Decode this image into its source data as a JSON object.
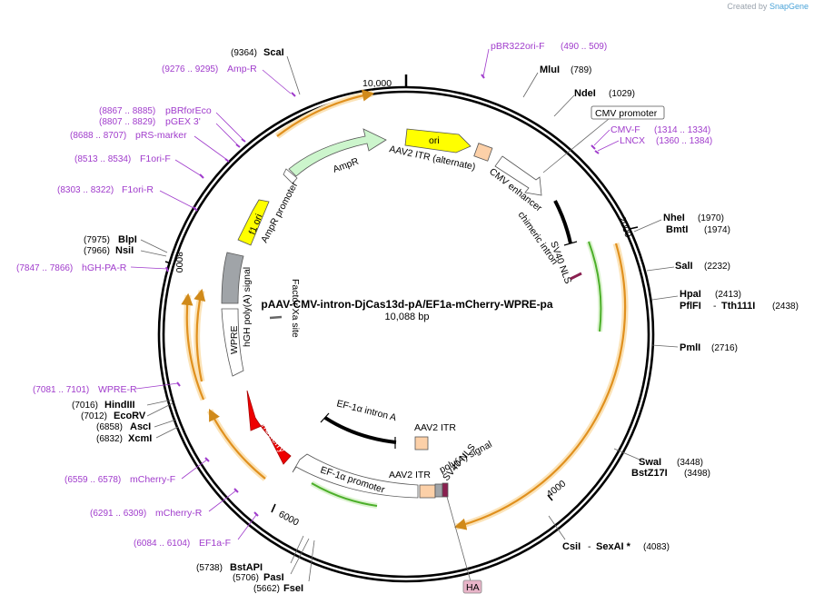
{
  "credit": {
    "prefix": "Created by",
    "brand": "SnapGene"
  },
  "plasmid": {
    "name": "pAAV-CMV-intron-DjCas13d-pA/EF1a-mCherry-WPRE-pa",
    "size": "10,088 bp"
  },
  "ticks": [
    "10,000",
    "2000",
    "4000",
    "6000",
    "8000"
  ],
  "sites": [
    {
      "name": "ScaI",
      "coord": "(9364)"
    },
    {
      "name": "MluI",
      "coord": "(789)"
    },
    {
      "name": "NdeI",
      "coord": "(1029)"
    },
    {
      "name": "NheI",
      "coord": "(1970)"
    },
    {
      "name": "BmtI",
      "coord": "(1974)"
    },
    {
      "name": "SalI",
      "coord": "(2232)"
    },
    {
      "name": "HpaI",
      "coord": "(2413)"
    },
    {
      "name": "PflFI",
      "name2": "Tth111I",
      "coord": "(2438)"
    },
    {
      "name": "PmlI",
      "coord": "(2716)"
    },
    {
      "name": "SwaI",
      "coord": "(3448)"
    },
    {
      "name": "BstZ17I",
      "coord": "(3498)"
    },
    {
      "name": "CsiI",
      "name2": "SexAI *",
      "coord": "(4083)"
    },
    {
      "name": "FseI",
      "coord": "(5662)"
    },
    {
      "name": "PasI",
      "coord": "(5706)"
    },
    {
      "name": "BstAPI",
      "coord": "(5738)"
    },
    {
      "name": "XcmI",
      "coord": "(6832)"
    },
    {
      "name": "AscI",
      "coord": "(6858)"
    },
    {
      "name": "EcoRV",
      "coord": "(7012)"
    },
    {
      "name": "HindIII",
      "coord": "(7016)"
    },
    {
      "name": "NsiI",
      "coord": "(7966)"
    },
    {
      "name": "BlpI",
      "coord": "(7975)"
    }
  ],
  "primers": [
    {
      "name": "pBR322ori-F",
      "coord": "(490 .. 509)"
    },
    {
      "name": "CMV-F",
      "coord": "(1314 .. 1334)"
    },
    {
      "name": "LNCX",
      "coord": "(1360 .. 1384)"
    },
    {
      "name": "Amp-R",
      "coord": "(9276 .. 9295)"
    },
    {
      "name": "pBRforEco",
      "coord": "(8867 .. 8885)"
    },
    {
      "name": "pGEX 3'",
      "coord": "(8807 .. 8829)"
    },
    {
      "name": "pRS-marker",
      "coord": "(8688 .. 8707)"
    },
    {
      "name": "F1ori-F",
      "coord": "(8513 .. 8534)"
    },
    {
      "name": "F1ori-R",
      "coord": "(8303 .. 8322)"
    },
    {
      "name": "hGH-PA-R",
      "coord": "(7847 .. 7866)"
    },
    {
      "name": "WPRE-R",
      "coord": "(7081 .. 7101)"
    },
    {
      "name": "mCherry-F",
      "coord": "(6559 .. 6578)"
    },
    {
      "name": "mCherry-R",
      "coord": "(6291 .. 6309)"
    },
    {
      "name": "EF1a-F",
      "coord": "(6084 .. 6104)"
    }
  ],
  "features": {
    "cmv_promoter": "CMV promoter",
    "ori": "ori",
    "ampr": "AmpR",
    "ampr_promoter": "AmpR promoter",
    "f1_ori": "f1 ori",
    "aav2_itr_alt": "AAV2 ITR (alternate)",
    "cmv_enhancer": "CMV enhancer",
    "chimeric_intron": "chimeric intron",
    "sv40_nls_1": "SV40 NLS",
    "hgh_polya": "hGH poly(A) signal",
    "wpre": "WPRE",
    "factor_xa": "Factor Xa site",
    "ef1a_intron": "EF-1α intron A",
    "aav2_itr_1": "AAV2 ITR",
    "aav2_itr_2": "AAV2 ITR",
    "mcherry": "mCherry",
    "polya_signal": "poly(A) signal",
    "sv40_nls_2": "SV40 NLS",
    "ef1a_promoter": "EF-1α promoter",
    "ha": "HA"
  },
  "colors": {
    "backbone": "#000000",
    "primer": "#a03ccc",
    "ori": "#ffff00",
    "ampr": "#ccf5cc",
    "mcherry": "#ee0000",
    "orf_track": "#e8a93a",
    "green_track": "#4caf2a",
    "itr": "#fcd0a8",
    "polya": "#a0a4a8",
    "ha_badge": "#e8b4c8"
  }
}
